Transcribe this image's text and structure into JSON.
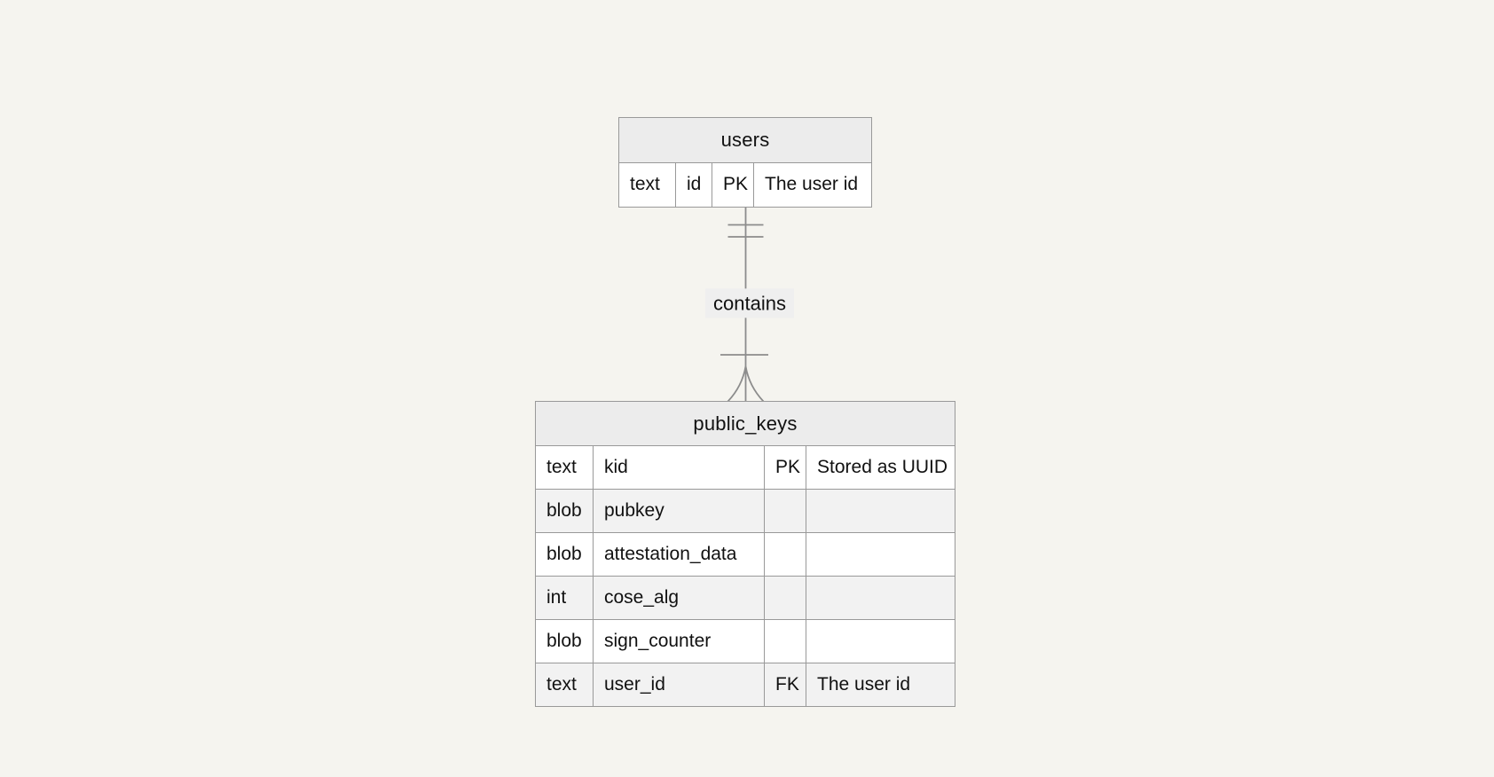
{
  "diagram_type": "entity-relationship",
  "relationship": {
    "label": "contains",
    "from_entity": "users",
    "to_entity": "public_keys",
    "from_cardinality": "exactly-one",
    "to_cardinality": "one-or-many"
  },
  "entities": {
    "users": {
      "title": "users",
      "rows": [
        {
          "type": "text",
          "name": "id",
          "key": "PK",
          "comment": "The user id"
        }
      ]
    },
    "public_keys": {
      "title": "public_keys",
      "rows": [
        {
          "type": "text",
          "name": "kid",
          "key": "PK",
          "comment": "Stored as UUID"
        },
        {
          "type": "blob",
          "name": "pubkey",
          "key": "",
          "comment": ""
        },
        {
          "type": "blob",
          "name": "attestation_data",
          "key": "",
          "comment": ""
        },
        {
          "type": "int",
          "name": "cose_alg",
          "key": "",
          "comment": ""
        },
        {
          "type": "blob",
          "name": "sign_counter",
          "key": "",
          "comment": ""
        },
        {
          "type": "text",
          "name": "user_id",
          "key": "FK",
          "comment": "The user id"
        }
      ]
    }
  },
  "colors": {
    "page_background": "#f5f4ef",
    "entity_header_fill": "#ececec",
    "row_fill": "#ffffff",
    "row_alt_fill": "#f2f2f2",
    "border": "#999999",
    "relationship_line": "#8c8c8c",
    "label_background": "#efefef",
    "text": "#111111"
  }
}
